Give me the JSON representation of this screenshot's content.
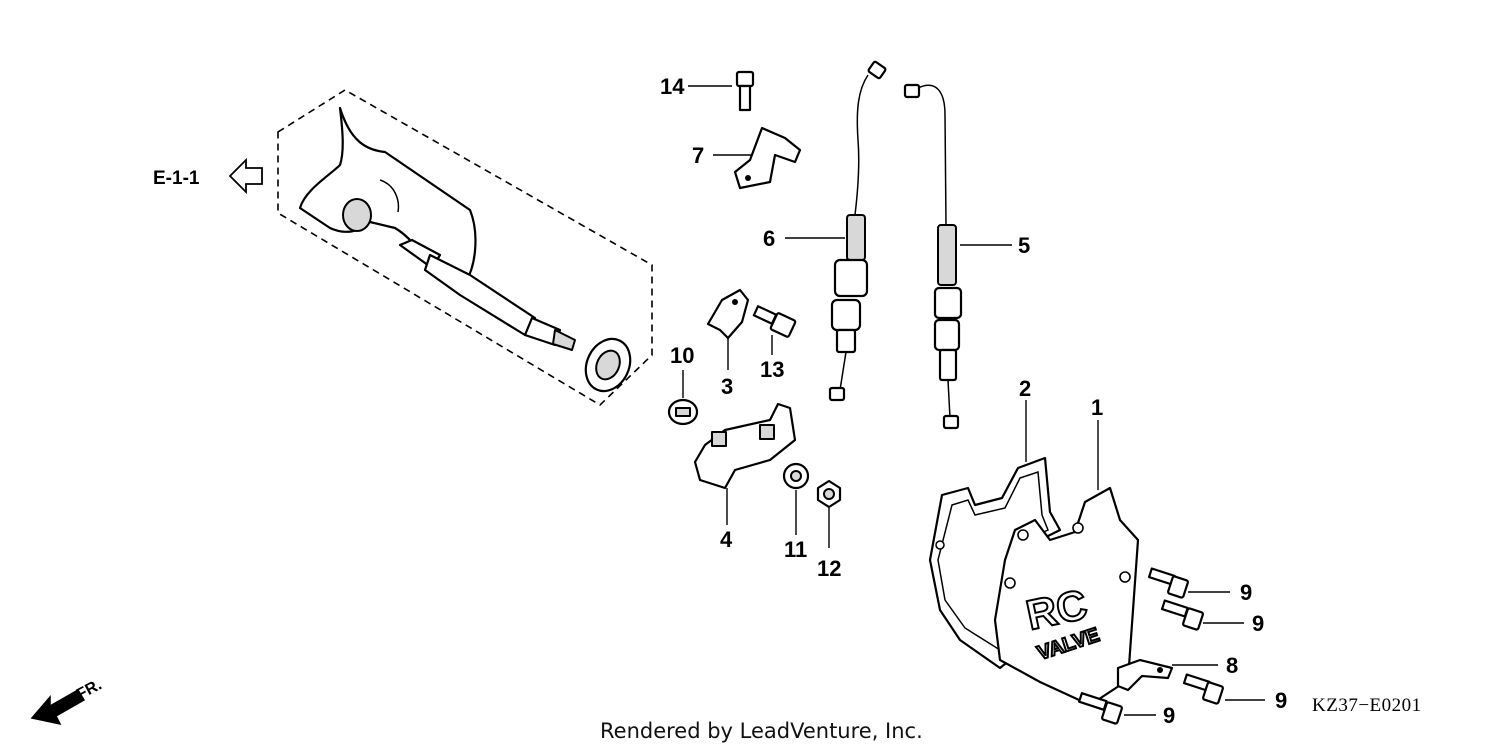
{
  "diagram": {
    "reference_label": "E-1-1",
    "direction_label": "FR.",
    "diagram_code": "KZ37−E0201",
    "credit": "Rendered by LeadVenture, Inc.",
    "cover_emboss_top": "RC",
    "cover_emboss_bottom": "VALVE",
    "callouts": {
      "p1": "1",
      "p2": "2",
      "p3": "3",
      "p4": "4",
      "p5": "5",
      "p6": "6",
      "p7": "7",
      "p8": "8",
      "p9a": "9",
      "p9b": "9",
      "p9c": "9",
      "p9d": "9",
      "p10": "10",
      "p11": "11",
      "p12": "12",
      "p13": "13",
      "p14": "14"
    }
  }
}
